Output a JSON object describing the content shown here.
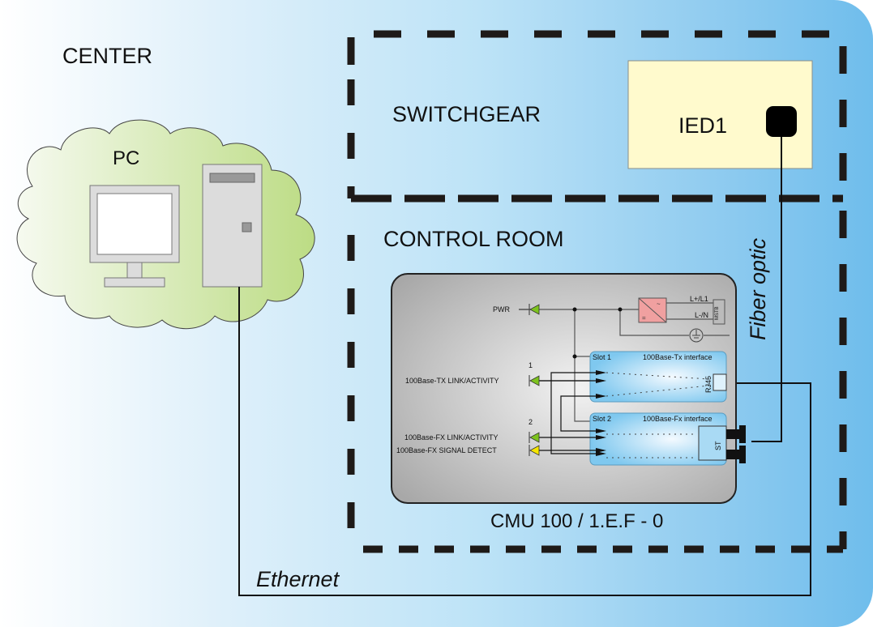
{
  "zones": {
    "center": "CENTER",
    "switchgear": "SWITCHGEAR",
    "control_room": "CONTROL ROOM"
  },
  "pc": {
    "label": "PC"
  },
  "ied": {
    "label": "IED1"
  },
  "links": {
    "fiber": "Fiber optic",
    "ethernet": "Ethernet"
  },
  "device": {
    "model": "CMU 100 / 1.E.F - 0",
    "power": {
      "led_label": "PWR",
      "terminal_plus": "L+/L1",
      "terminal_minus": "L-/N",
      "connector": "MSTB"
    },
    "slot1": {
      "name": "Slot 1",
      "interface": "100Base-Tx interface",
      "port": "RJ45",
      "led_number": "1",
      "led_label": "100Base-TX LINK/ACTIVITY"
    },
    "slot2": {
      "name": "Slot 2",
      "interface": "100Base-Fx interface",
      "port": "ST",
      "led_number": "2",
      "led_link_label": "100Base-FX LINK/ACTIVITY",
      "led_signal_label": "100Base-FX SIGNAL DETECT"
    }
  },
  "colors": {
    "led_green": "#7dc31e",
    "led_yellow": "#f5e600",
    "psu": "#f0a0a0",
    "ied_fill": "#fffacd",
    "slot_blue": "#8fd0f2",
    "cloud_green": "#c2df8e"
  }
}
